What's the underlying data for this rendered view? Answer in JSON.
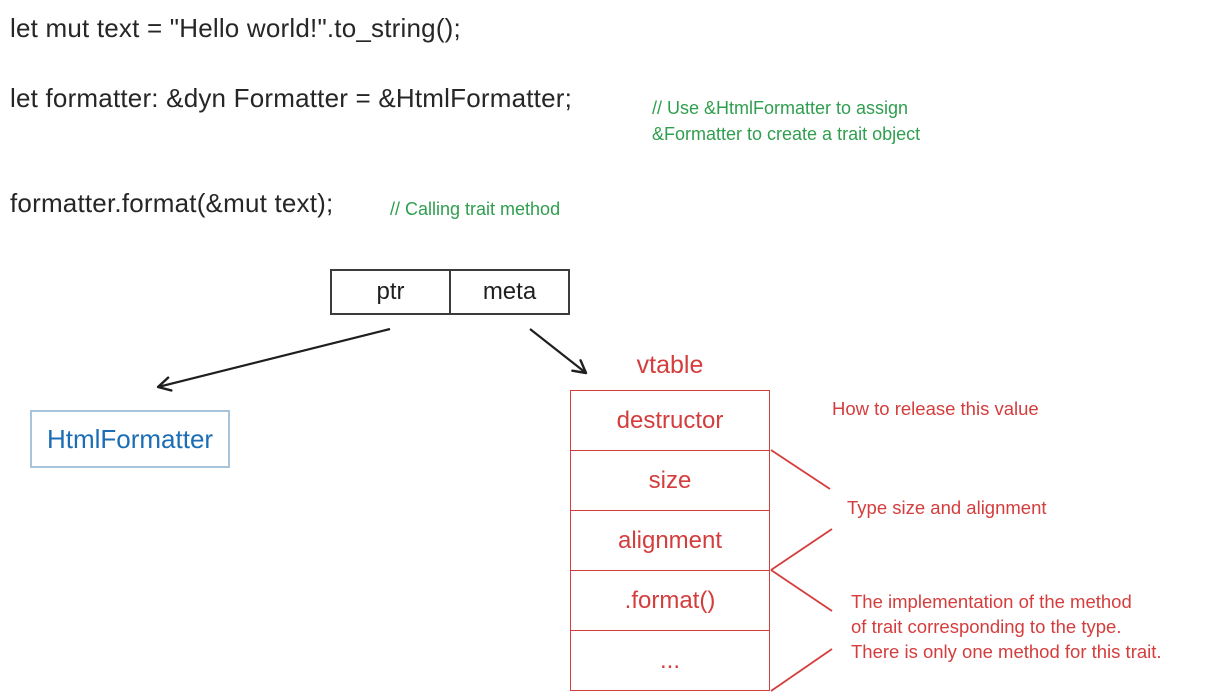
{
  "code": {
    "line1": "let mut text = \"Hello world!\".to_string();",
    "line2": "let formatter: &dyn Formatter = &HtmlFormatter;",
    "line3": "formatter.format(&mut text);",
    "comment_trait_object_line1": "// Use &HtmlFormatter to assign",
    "comment_trait_object_line2": "&Formatter to create a trait object",
    "comment_call": "// Calling trait method"
  },
  "fat_pointer": {
    "ptr": "ptr",
    "meta": "meta"
  },
  "concrete_type": {
    "label": "HtmlFormatter"
  },
  "vtable": {
    "title": "vtable",
    "rows": [
      "destructor",
      "size",
      "alignment",
      ".format()",
      "..."
    ]
  },
  "annotations": {
    "destructor": "How to release this value",
    "size_alignment": "Type size and alignment",
    "format_impl_line1": "The implementation of the method",
    "format_impl_line2": "of trait corresponding to the type.",
    "format_impl_line3": "There is only one method for this trait."
  },
  "colors": {
    "background": "#ffffff",
    "code_text": "#262626",
    "comment_green": "#2f9e4e",
    "type_blue": "#1b6eb5",
    "blue_box_border": "#a7c4da",
    "vtable_red": "#d43d3d",
    "arrow_black": "#1f1f1f",
    "pointer_box_border": "#3c3c3c"
  }
}
